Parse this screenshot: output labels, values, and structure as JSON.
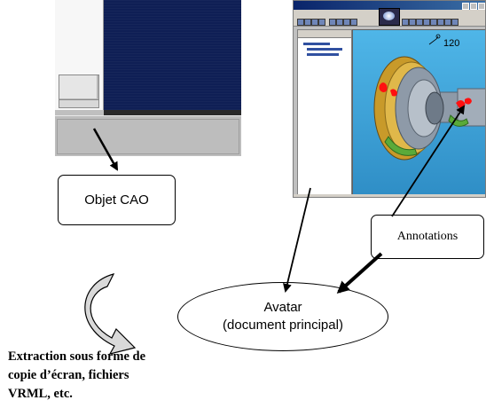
{
  "diagram": {
    "cad_object_label": "Objet CAO",
    "annotations_label": "Annotations",
    "avatar": {
      "line1": "Avatar",
      "line2": "(document principal)"
    },
    "extraction": {
      "line1": "Extraction sous forme de",
      "line2": "copie d’écran, fichiers",
      "line3": "VRML, etc."
    },
    "annotation_number": "120"
  },
  "colors": {
    "cad_background": "#0f1f55",
    "viewport_sky": "#4fb6e8",
    "part_gold": "#c89a2a",
    "part_gray": "#8e9aa8",
    "part_green": "#5aaa3a",
    "annotation_red": "#ff1010",
    "curved_arrow_fill": "#d9d9d9"
  },
  "icons": [
    "curved-down-right-arrow-icon",
    "arrow-icon"
  ]
}
